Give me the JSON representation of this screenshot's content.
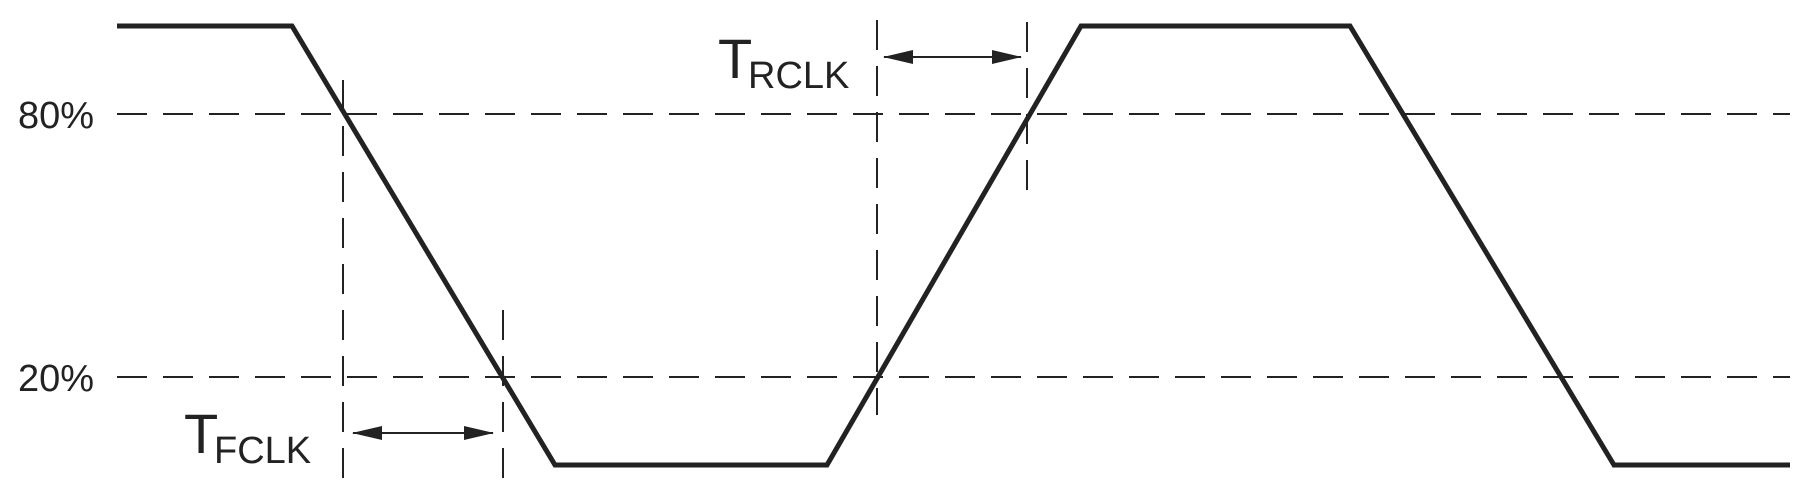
{
  "thresholds": {
    "upper": "80%",
    "lower": "20%"
  },
  "rise_time": {
    "symbol": "T",
    "subscript": "RCLK"
  },
  "fall_time": {
    "symbol": "T",
    "subscript": "FCLK"
  },
  "colors": {
    "line": "#222222",
    "background": "#ffffff"
  }
}
